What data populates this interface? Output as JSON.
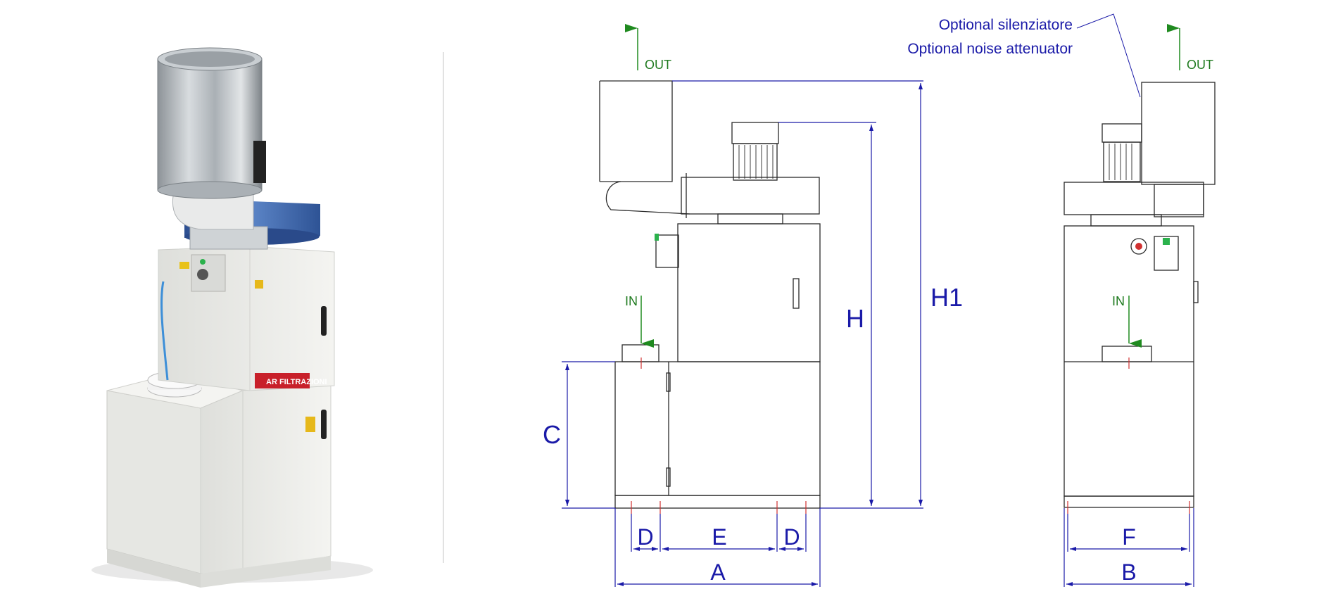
{
  "labels": {
    "out_front": "OUT",
    "out_side": "OUT",
    "in_front": "IN",
    "in_side": "IN",
    "silencer_it": "Optional silenziatore",
    "silencer_en": "Optional noise attenuator",
    "logo_text": "AR FILTRAZIONI"
  },
  "dimensions": {
    "A": "A",
    "B": "B",
    "C": "C",
    "D_left": "D",
    "D_right": "D",
    "E": "E",
    "F": "F",
    "H": "H",
    "H1": "H1"
  },
  "colors": {
    "dimension": "#1a1aa8",
    "flow_arrow": "#1f8a1f",
    "drawing": "#2a2a2a",
    "cabinet": "#efefec",
    "fan_blue": "#3b63a8",
    "brand_red": "#c8202a"
  }
}
